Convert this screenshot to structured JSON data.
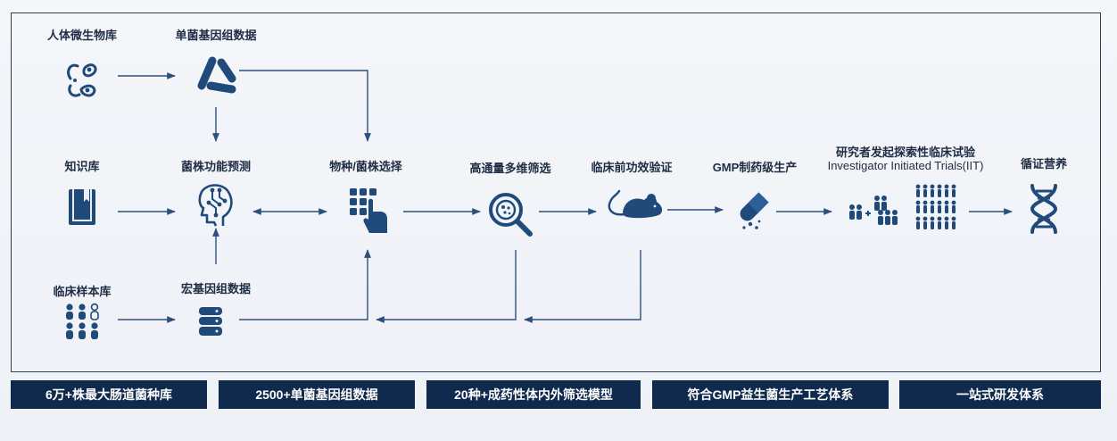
{
  "nodes": {
    "human_microbe_lib": "人体微生物库",
    "single_strain_genome": "单菌基因组数据",
    "knowledge_base": "知识库",
    "strain_function_pred": "菌株功能预测",
    "clinical_sample_lib": "临床样本库",
    "metagenome_data": "宏基因组数据",
    "species_strain_select": "物种/菌株选择",
    "high_throughput_screen": "高通量多维筛选",
    "preclinical_efficacy": "临床前功效验证",
    "gmp_production": "GMP制药级生产",
    "iit_cn": "研究者发起探索性临床试验",
    "iit_en": "Investigator Initiated Trials(IIT)",
    "evidence_nutrition": "循证营养"
  },
  "highlights": [
    "6万+株最大肠道菌种库",
    "2500+单菌基因组数据",
    "20种+成药性体内外筛选模型",
    "符合GMP益生菌生产工艺体系",
    "一站式研发体系"
  ],
  "colors": {
    "primary": "#1f4a7a",
    "bar": "#0f2a4d",
    "line": "#2d4f7c"
  },
  "icons": [
    "bacteria-icon",
    "bacilli-icon",
    "book-icon",
    "ai-head-icon",
    "people-group-icon",
    "database-icon",
    "keypad-hand-icon",
    "magnifier-icon",
    "mouse-icon",
    "capsule-icon",
    "trial-people-icon",
    "crowd-icon",
    "dna-icon"
  ]
}
